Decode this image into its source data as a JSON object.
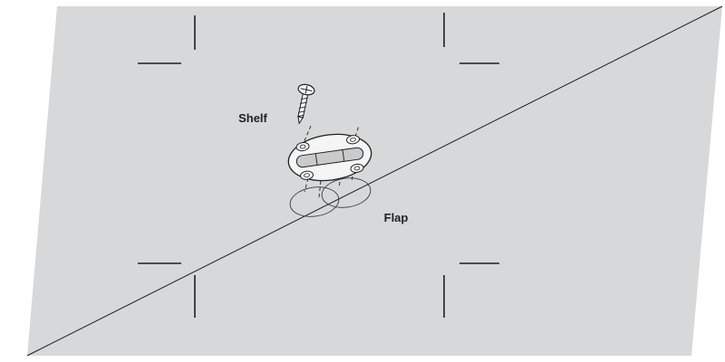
{
  "figure": {
    "kind": "furniture-hinge-installation-diagram",
    "labels": {
      "shelf": "Shelf",
      "flap": "Flap"
    }
  },
  "colors": {
    "background": "#ffffff",
    "panel_gray": "#d7d8d9",
    "ink": "#1f1f1f",
    "hinge_fill": "#f5f5f5",
    "metal_shade": "#c9cacb",
    "recess_line": "#3a3a3a"
  }
}
